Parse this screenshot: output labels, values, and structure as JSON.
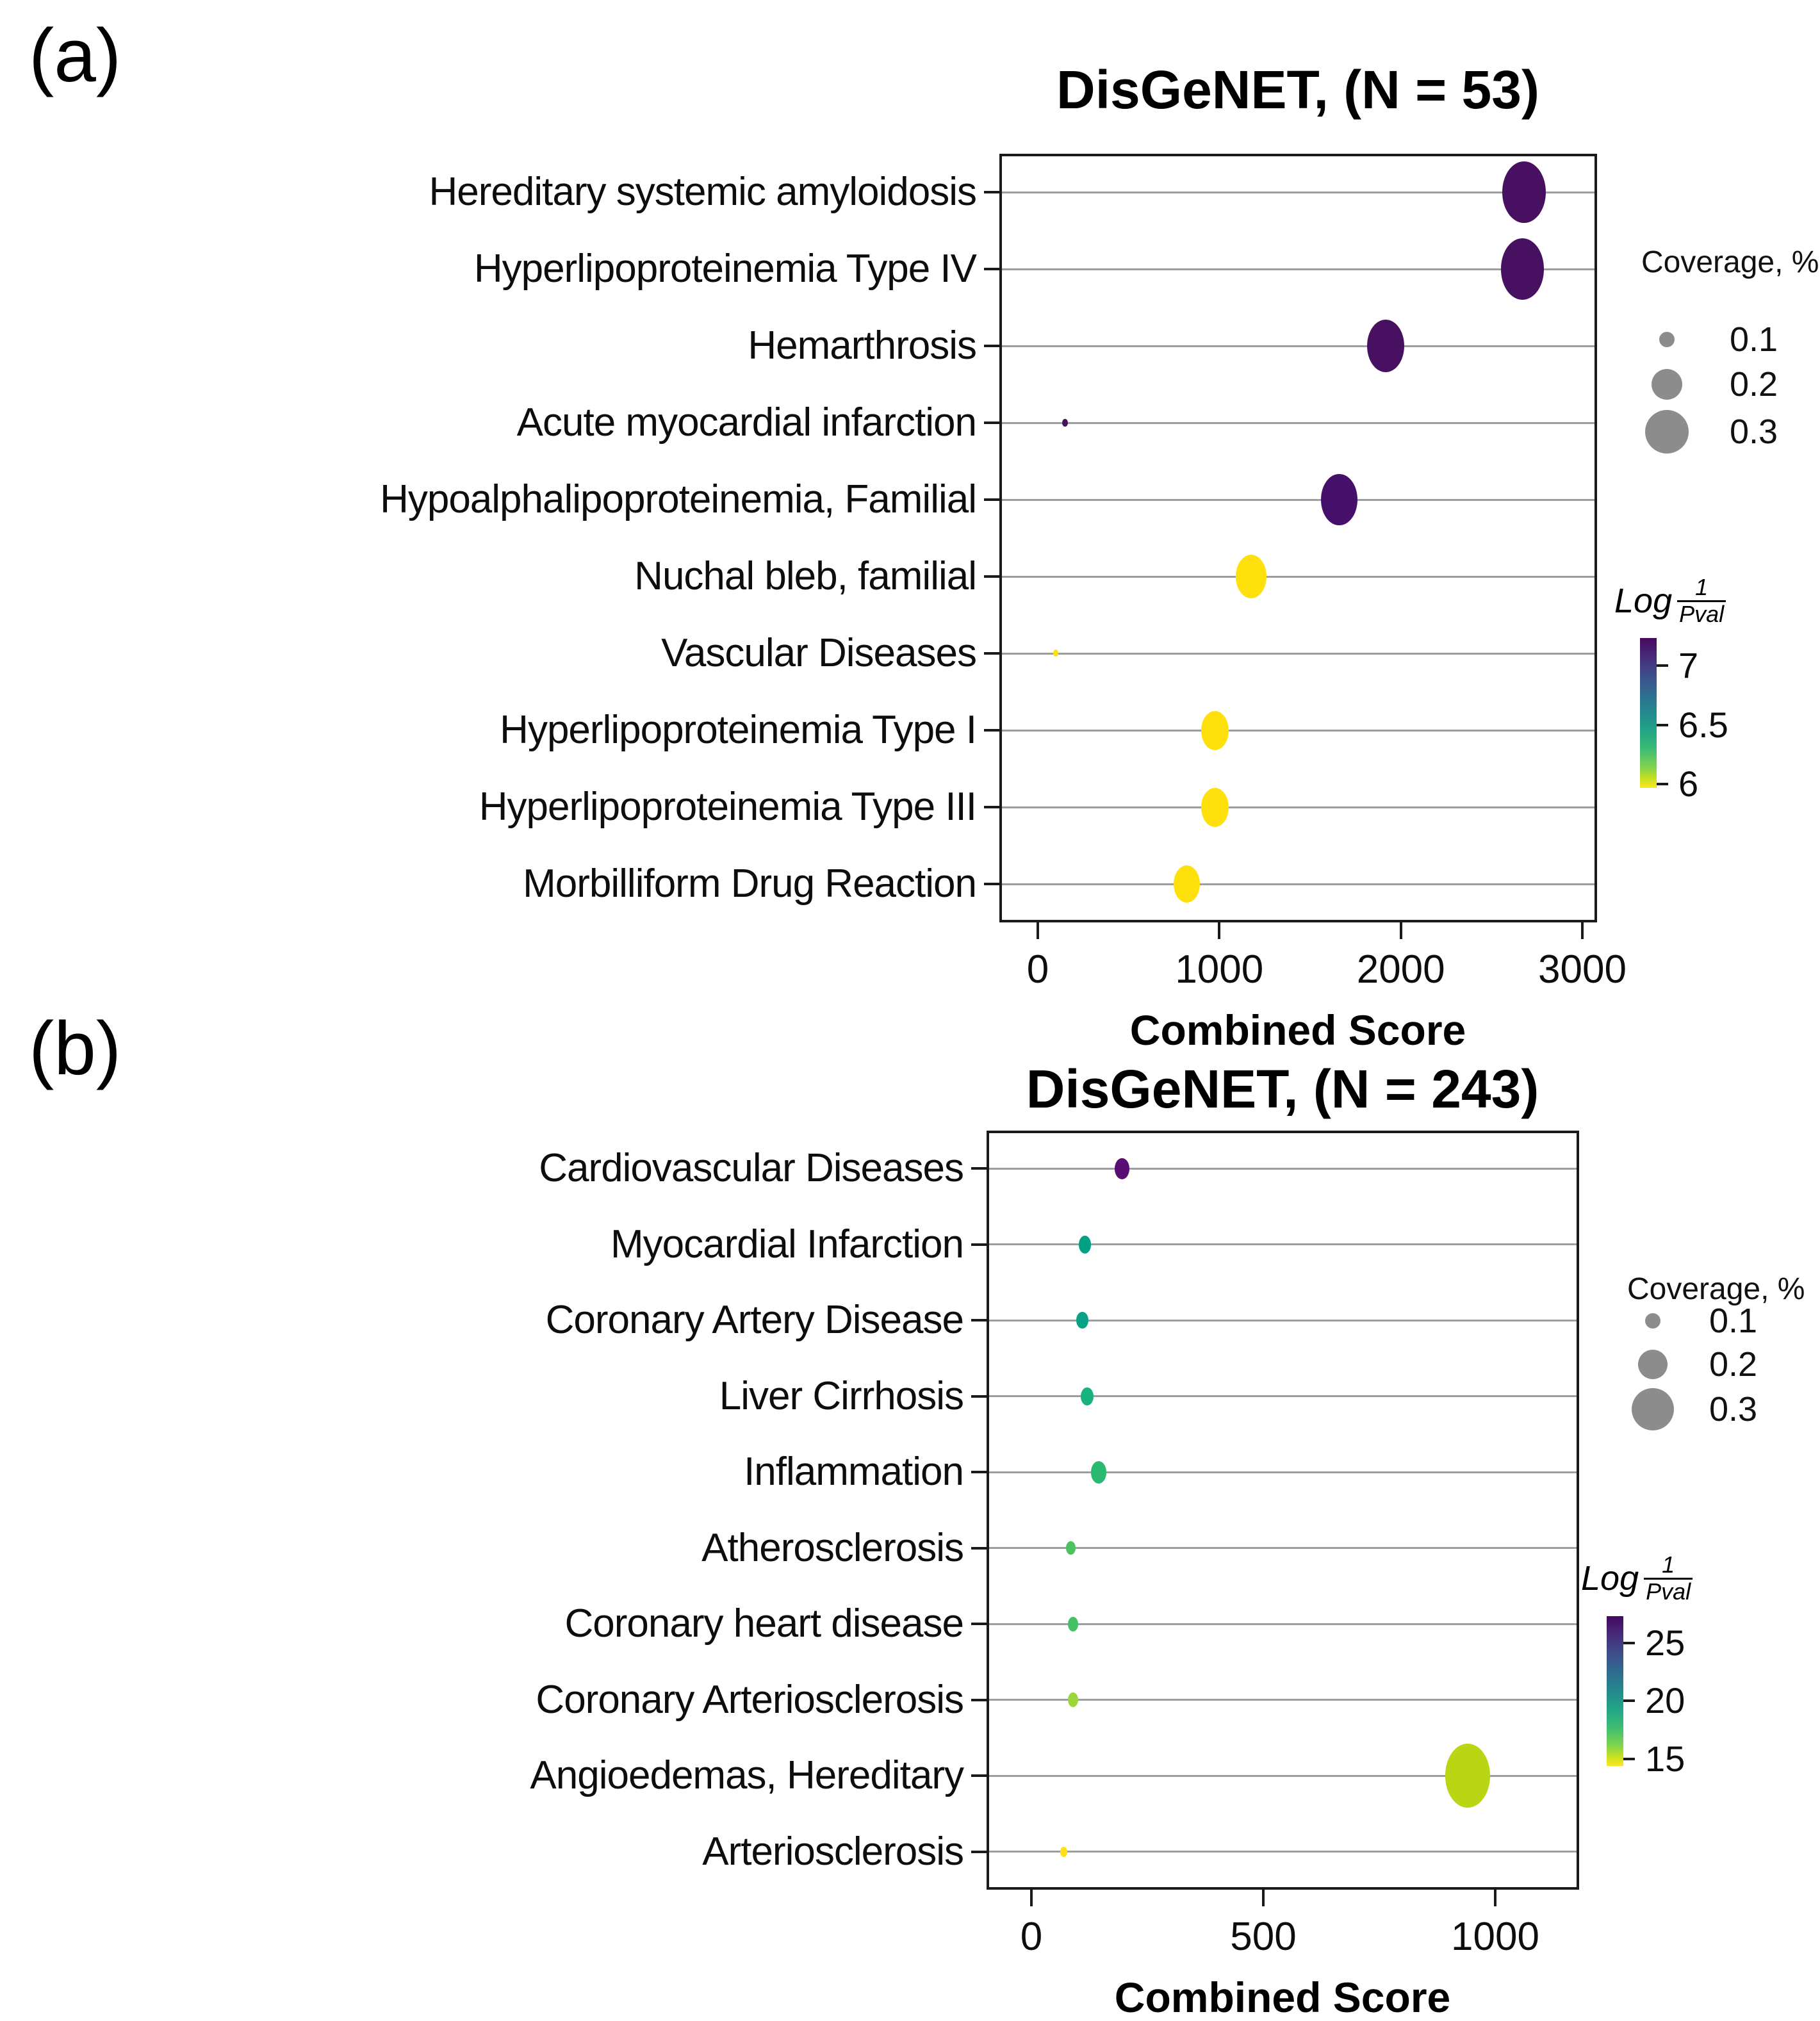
{
  "panel_letters": [
    "(a)",
    "(b)"
  ],
  "figure": {
    "background": "#ffffff",
    "text_color": "#111111",
    "grid_color": "#9e9e9e",
    "axis_color": "#1a1a1a",
    "legend_bubble_gray": "#8c8c8c",
    "viridis_top": "#46085c",
    "viridis_bottom": "#fde725"
  },
  "chart_data": [
    {
      "type": "scatter",
      "title": "DisGeNET, (N = 53)",
      "xlabel": "Combined Score",
      "x_ticks": [
        0,
        1000,
        2000,
        3000
      ],
      "xlim": [
        -220,
        3080
      ],
      "grid": "horizontal",
      "legend_position": "right",
      "categories": [
        "Hereditary systemic amyloidosis",
        "Hyperlipoproteinemia Type IV",
        "Hemarthrosis",
        "Acute myocardial infarction",
        "Hypoalphalipoproteinemia, Familial",
        "Nuchal bleb, familial",
        "Vascular Diseases",
        "Hyperlipoproteinemia Type I",
        "Hyperlipoproteinemia Type III",
        "Morbilliform Drug Reaction"
      ],
      "points": [
        {
          "label": "Hereditary systemic amyloidosis",
          "combined_score": 2680,
          "coverage_pct": 0.3,
          "log_inv_pval": 7.2,
          "color": "#471060"
        },
        {
          "label": "Hyperlipoproteinemia Type IV",
          "combined_score": 2670,
          "coverage_pct": 0.3,
          "log_inv_pval": 7.2,
          "color": "#471060"
        },
        {
          "label": "Hemarthrosis",
          "combined_score": 1915,
          "coverage_pct": 0.22,
          "log_inv_pval": 7.2,
          "color": "#471060"
        },
        {
          "label": "Acute myocardial infarction",
          "combined_score": 150,
          "coverage_pct": 0.005,
          "log_inv_pval": 7.2,
          "color": "#471060"
        },
        {
          "label": "Hypoalphalipoproteinemia, Familial",
          "combined_score": 1660,
          "coverage_pct": 0.21,
          "log_inv_pval": 7.1,
          "color": "#451069"
        },
        {
          "label": "Nuchal bleb, familial",
          "combined_score": 1175,
          "coverage_pct": 0.15,
          "log_inv_pval": 6.0,
          "color": "#fee10c"
        },
        {
          "label": "Vascular Diseases",
          "combined_score": 100,
          "coverage_pct": 0.004,
          "log_inv_pval": 6.0,
          "color": "#fee10c"
        },
        {
          "label": "Hyperlipoproteinemia Type I",
          "combined_score": 975,
          "coverage_pct": 0.12,
          "log_inv_pval": 6.0,
          "color": "#fee10c"
        },
        {
          "label": "Hyperlipoproteinemia Type III",
          "combined_score": 975,
          "coverage_pct": 0.12,
          "log_inv_pval": 6.0,
          "color": "#fee10c"
        },
        {
          "label": "Morbilliform Drug Reaction",
          "combined_score": 820,
          "coverage_pct": 0.11,
          "log_inv_pval": 6.0,
          "color": "#fee10c"
        }
      ],
      "size_legend": {
        "title": "Coverage, %",
        "values": [
          "0.1",
          "0.2",
          "0.3"
        ]
      },
      "color_legend": {
        "label_main": "Log",
        "label_numerator": "1",
        "label_denominator": "Pval",
        "ticks": [
          7,
          6.5,
          6
        ],
        "range": [
          5.97,
          7.23
        ],
        "colormap": "viridis"
      }
    },
    {
      "type": "scatter",
      "title": "DisGeNET, (N = 243)",
      "xlabel": "Combined Score",
      "x_ticks": [
        0,
        500,
        1000
      ],
      "xlim": [
        -95,
        1180
      ],
      "grid": "horizontal",
      "legend_position": "right",
      "categories": [
        "Cardiovascular Diseases",
        "Myocardial Infarction",
        "Coronary Artery Disease",
        "Liver Cirrhosis",
        "Inflammation",
        "Atherosclerosis",
        "Coronary heart disease",
        "Coronary Arteriosclerosis",
        "Angioedemas, Hereditary",
        "Arteriosclerosis"
      ],
      "points": [
        {
          "label": "Cardiovascular Diseases",
          "combined_score": 195,
          "coverage_pct": 0.035,
          "log_inv_pval": 27.0,
          "color": "#5a0d73"
        },
        {
          "label": "Myocardial Infarction",
          "combined_score": 115,
          "coverage_pct": 0.025,
          "log_inv_pval": 21.5,
          "color": "#00a184"
        },
        {
          "label": "Coronary Artery Disease",
          "combined_score": 110,
          "coverage_pct": 0.022,
          "log_inv_pval": 21.0,
          "color": "#0aa287"
        },
        {
          "label": "Liver Cirrhosis",
          "combined_score": 120,
          "coverage_pct": 0.025,
          "log_inv_pval": 20.0,
          "color": "#17b27e"
        },
        {
          "label": "Inflammation",
          "combined_score": 145,
          "coverage_pct": 0.04,
          "log_inv_pval": 19.5,
          "color": "#2bb871"
        },
        {
          "label": "Atherosclerosis",
          "combined_score": 85,
          "coverage_pct": 0.014,
          "log_inv_pval": 17.5,
          "color": "#4ec161"
        },
        {
          "label": "Coronary heart disease",
          "combined_score": 90,
          "coverage_pct": 0.017,
          "log_inv_pval": 18.0,
          "color": "#44c066"
        },
        {
          "label": "Coronary Arteriosclerosis",
          "combined_score": 90,
          "coverage_pct": 0.017,
          "log_inv_pval": 16.0,
          "color": "#9cd63a"
        },
        {
          "label": "Angioedemas, Hereditary",
          "combined_score": 940,
          "coverage_pct": 0.32,
          "log_inv_pval": 15.0,
          "color": "#b9d513"
        },
        {
          "label": "Arteriosclerosis",
          "combined_score": 70,
          "coverage_pct": 0.008,
          "log_inv_pval": 14.5,
          "color": "#ffe118"
        }
      ],
      "size_legend": {
        "title": "Coverage, %",
        "values": [
          "0.1",
          "0.2",
          "0.3"
        ]
      },
      "color_legend": {
        "label_main": "Log",
        "label_numerator": "1",
        "label_denominator": "Pval",
        "ticks": [
          25,
          20,
          15
        ],
        "range": [
          14.4,
          27.3
        ],
        "colormap": "viridis"
      }
    }
  ]
}
